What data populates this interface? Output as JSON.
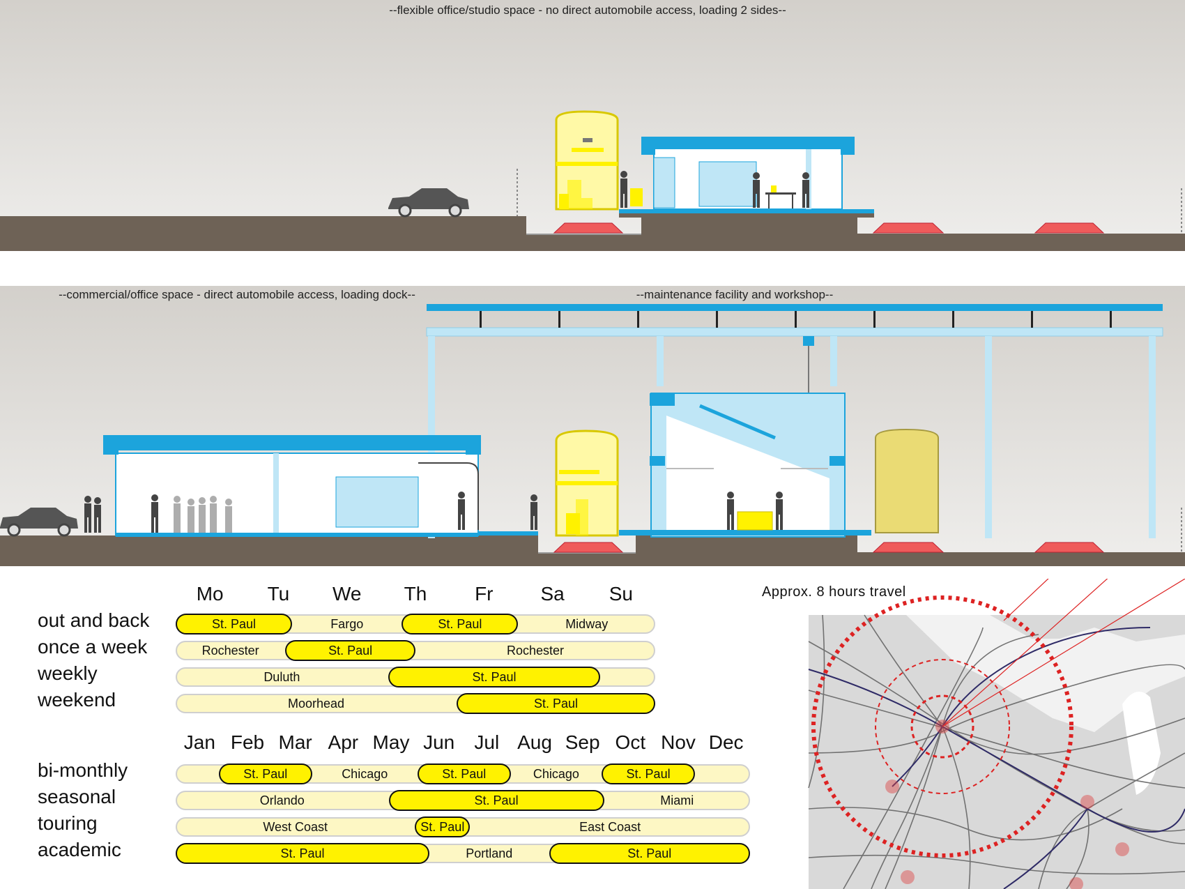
{
  "section_top": {
    "caption": "--flexible office/studio space - no direct automobile access, loading 2 sides--"
  },
  "section_bottom": {
    "caption_left": "--commercial/office space - direct automobile access, loading dock--",
    "caption_right": "--maintenance facility and workshop--"
  },
  "weekly": {
    "days": [
      "Mo",
      "Tu",
      "We",
      "Th",
      "Fr",
      "Sa",
      "Su"
    ],
    "rows": [
      {
        "label": "out and back",
        "segments": [
          {
            "text": "St. Paul",
            "on": true,
            "start": 0,
            "end": 1.7
          },
          {
            "text": "Fargo",
            "on": false,
            "start": 1.7,
            "end": 3.3
          },
          {
            "text": "St. Paul",
            "on": true,
            "start": 3.3,
            "end": 5.0
          },
          {
            "text": "Midway",
            "on": false,
            "start": 5.0,
            "end": 7.0
          }
        ]
      },
      {
        "label": "once a week",
        "segments": [
          {
            "text": "Rochester",
            "on": false,
            "start": 0,
            "end": 1.6
          },
          {
            "text": "St. Paul",
            "on": true,
            "start": 1.6,
            "end": 3.5
          },
          {
            "text": "Rochester",
            "on": false,
            "start": 3.5,
            "end": 7.0
          }
        ]
      },
      {
        "label": "weekly",
        "segments": [
          {
            "text": "Duluth",
            "on": false,
            "start": 0,
            "end": 3.1
          },
          {
            "text": "St. Paul",
            "on": true,
            "start": 3.1,
            "end": 6.2
          },
          {
            "text": "",
            "on": false,
            "start": 6.2,
            "end": 7.0
          }
        ]
      },
      {
        "label": "weekend",
        "segments": [
          {
            "text": "Moorhead",
            "on": false,
            "start": 0,
            "end": 4.1
          },
          {
            "text": "St. Paul",
            "on": true,
            "start": 4.1,
            "end": 7.0
          }
        ]
      }
    ]
  },
  "seasonal": {
    "months": [
      "Jan",
      "Feb",
      "Mar",
      "Apr",
      "May",
      "Jun",
      "Jul",
      "Aug",
      "Sep",
      "Oct",
      "Nov",
      "Dec"
    ],
    "rows": [
      {
        "label": "bi-monthly",
        "segments": [
          {
            "text": "",
            "on": false,
            "start": 0,
            "end": 0.9
          },
          {
            "text": "St. Paul",
            "on": true,
            "start": 0.9,
            "end": 2.85
          },
          {
            "text": "Chicago",
            "on": false,
            "start": 2.85,
            "end": 5.05
          },
          {
            "text": "St. Paul",
            "on": true,
            "start": 5.05,
            "end": 7.0
          },
          {
            "text": "Chicago",
            "on": false,
            "start": 7.0,
            "end": 8.9
          },
          {
            "text": "St. Paul",
            "on": true,
            "start": 8.9,
            "end": 10.85
          },
          {
            "text": "",
            "on": false,
            "start": 10.85,
            "end": 12.0
          }
        ]
      },
      {
        "label": "seasonal",
        "segments": [
          {
            "text": "Orlando",
            "on": false,
            "start": 0,
            "end": 4.45
          },
          {
            "text": "St. Paul",
            "on": true,
            "start": 4.45,
            "end": 8.95
          },
          {
            "text": "Miami",
            "on": false,
            "start": 8.95,
            "end": 12.0
          }
        ]
      },
      {
        "label": "touring",
        "segments": [
          {
            "text": "West Coast",
            "on": false,
            "start": 0,
            "end": 5.0
          },
          {
            "text": "St. Paul",
            "on": true,
            "start": 5.0,
            "end": 6.15
          },
          {
            "text": "East Coast",
            "on": false,
            "start": 6.15,
            "end": 12.0
          }
        ]
      },
      {
        "label": "academic",
        "segments": [
          {
            "text": "St. Paul",
            "on": true,
            "start": 0,
            "end": 5.3
          },
          {
            "text": "Portland",
            "on": false,
            "start": 5.3,
            "end": 7.8
          },
          {
            "text": "St. Paul",
            "on": true,
            "start": 7.8,
            "end": 12.0
          }
        ]
      }
    ]
  },
  "map": {
    "caption": "Approx. 8 hours travel"
  },
  "colors": {
    "sky": "#d6d4d0",
    "ground": "#6e6256",
    "structure_blue": "#1ca4dc",
    "glass_blue": "#bfe6f6",
    "pod_yellow": "#fff200",
    "rail_red": "#ef5b5b",
    "track_cream": "#fdf7c4",
    "ring_red": "#dd2222"
  }
}
